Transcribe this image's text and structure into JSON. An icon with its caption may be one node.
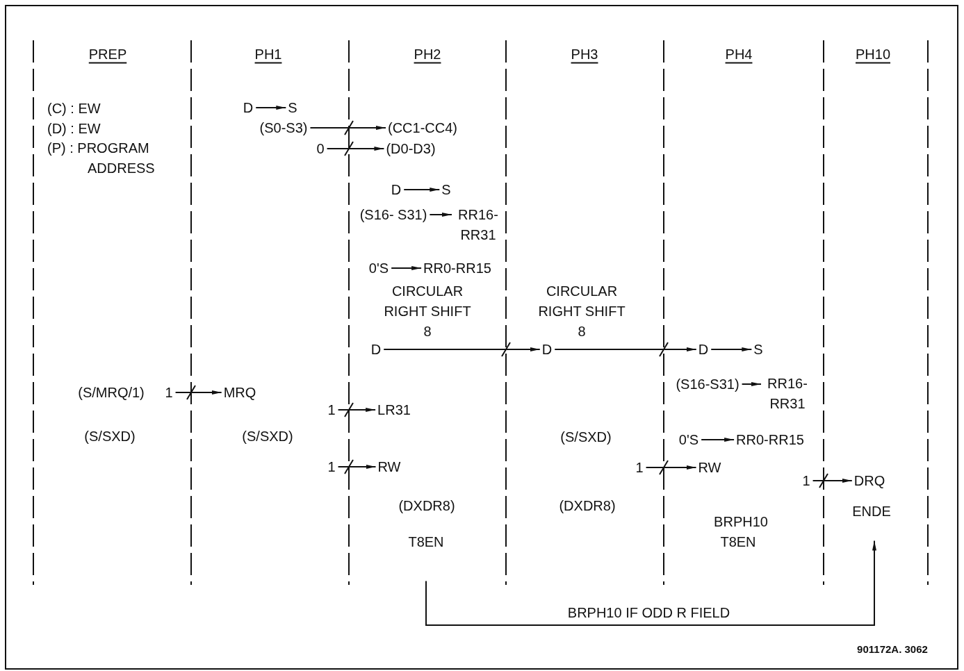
{
  "diagram": {
    "nodes": [
      {
        "text": [
          "D"
        ]
      },
      {
        "text": [
          "S"
        ]
      },
      {
        "text": [
          "(S0-S3)"
        ]
      },
      {
        "text": [
          "(CC1-CC4)"
        ]
      },
      {
        "text": [
          "0"
        ]
      },
      {
        "text": [
          "(D0-D3)"
        ]
      },
      {
        "text": [
          "D"
        ]
      },
      {
        "text": [
          "S"
        ]
      },
      {
        "text": [
          "(S16- S31)"
        ]
      },
      {
        "text": [
          "RR16- RR31"
        ]
      },
      {
        "text": [
          "0'S"
        ]
      },
      {
        "text": [
          "RR0-RR15"
        ]
      },
      {
        "text": [
          "D"
        ]
      },
      {
        "text": [
          "D"
        ]
      },
      {
        "text": [
          "D"
        ]
      },
      {
        "text": [
          "S"
        ]
      },
      {
        "text": [
          "(S16-S31)"
        ]
      },
      {
        "text": [
          "RR16- RR31"
        ]
      },
      {
        "text": [
          "0'S"
        ]
      },
      {
        "text": [
          "RR0-RR15"
        ]
      },
      {
        "text": [
          "1"
        ]
      },
      {
        "text": [
          "MRQ"
        ]
      },
      {
        "text": [
          "1"
        ]
      },
      {
        "text": [
          "LR31"
        ]
      },
      {
        "text": [
          "1"
        ]
      },
      {
        "text": [
          "RW"
        ]
      },
      {
        "text": [
          "1"
        ]
      },
      {
        "text": [
          "RW"
        ]
      },
      {
        "text": [
          "1"
        ]
      },
      {
        "text": [
          "DRQ"
        ]
      },
      {
        "text": [
          "T8EN"
        ]
      },
      {
        "text": [
          "ENDE"
        ]
      }
    ],
    "edges": [
      {
        "from": 0,
        "to": 1,
        "arrow": "to"
      },
      {
        "from": 2,
        "to": 3,
        "arrow": "to"
      },
      {
        "from": 4,
        "to": 5,
        "arrow": "to"
      },
      {
        "from": 6,
        "to": 7,
        "arrow": "to"
      },
      {
        "from": 8,
        "to": 9,
        "arrow": "to"
      },
      {
        "from": 10,
        "to": 11,
        "arrow": "to"
      },
      {
        "from": 12,
        "to": 13,
        "arrow": "to"
      },
      {
        "from": 13,
        "to": 14,
        "arrow": "to"
      },
      {
        "from": 14,
        "to": 15,
        "arrow": "to"
      },
      {
        "from": 16,
        "to": 17,
        "arrow": "to"
      },
      {
        "from": 18,
        "to": 19,
        "arrow": "to"
      },
      {
        "from": 20,
        "to": 21,
        "arrow": "to"
      },
      {
        "from": 22,
        "to": 23,
        "arrow": "to"
      },
      {
        "from": 24,
        "to": 25,
        "arrow": "to"
      },
      {
        "from": 26,
        "to": 27,
        "arrow": "to"
      },
      {
        "from": 28,
        "to": 29,
        "arrow": "to"
      },
      {
        "from": 30,
        "to": 31,
        "arrow": "to",
        "label": "BRPH10 IF ODD R FIELD"
      }
    ],
    "labels": [
      "PREP",
      "PH1",
      "PH2",
      "PH3",
      "PH4",
      "PH10",
      "(C) : EW",
      "(D) : EW",
      "(P) : PROGRAM ADDRESS",
      "CIRCULAR RIGHT SHIFT 8",
      "CIRCULAR RIGHT SHIFT 8",
      "(S/MRQ/1)",
      "(S/SXD)",
      "(S/SXD)",
      "(S/SXD)",
      "(DXDR8)",
      "(DXDR8)",
      "BRPH10",
      "T8EN",
      "901172A. 3062"
    ]
  }
}
